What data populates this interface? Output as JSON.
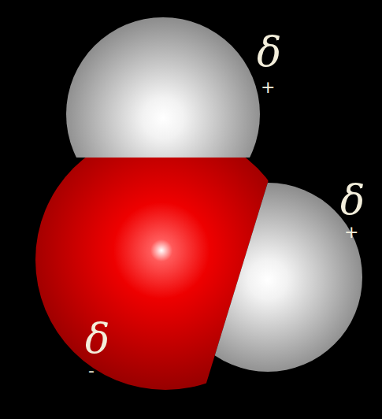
{
  "diagram": {
    "labels": [
      "δ",
      "+",
      "δ",
      "+",
      "δ",
      "-"
    ]
  }
}
